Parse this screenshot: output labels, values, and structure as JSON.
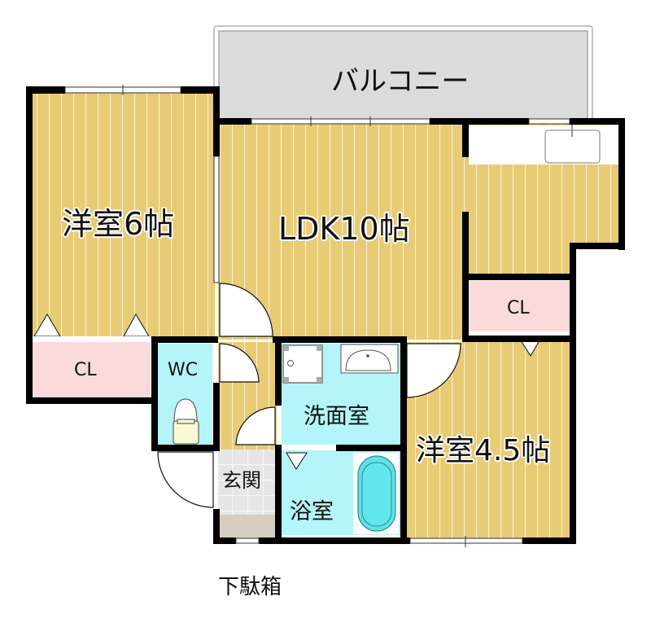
{
  "floorplan": {
    "rooms": {
      "balcony": {
        "label": "バルコニー",
        "color": "#dcdcdc"
      },
      "western_6": {
        "label": "洋室6帖",
        "color": "#e8cb75"
      },
      "ldk": {
        "label": "LDK10帖",
        "color": "#e8cb75"
      },
      "closet_left": {
        "label": "CL",
        "color": "#fadada"
      },
      "closet_right": {
        "label": "CL",
        "color": "#fadada"
      },
      "wc": {
        "label": "WC",
        "color": "#b3f5f9"
      },
      "washroom": {
        "label": "洗面室",
        "color": "#b3f5f9"
      },
      "bathroom": {
        "label": "浴室",
        "color": "#b3f5f9"
      },
      "entrance": {
        "label": "玄関",
        "color": "#e4e4e4"
      },
      "western_45": {
        "label": "洋室4.5帖",
        "color": "#e8cb75"
      }
    },
    "shoe_box": {
      "label": "下駄箱",
      "color": "#d6cdc0"
    },
    "wall_color": "#000000"
  }
}
